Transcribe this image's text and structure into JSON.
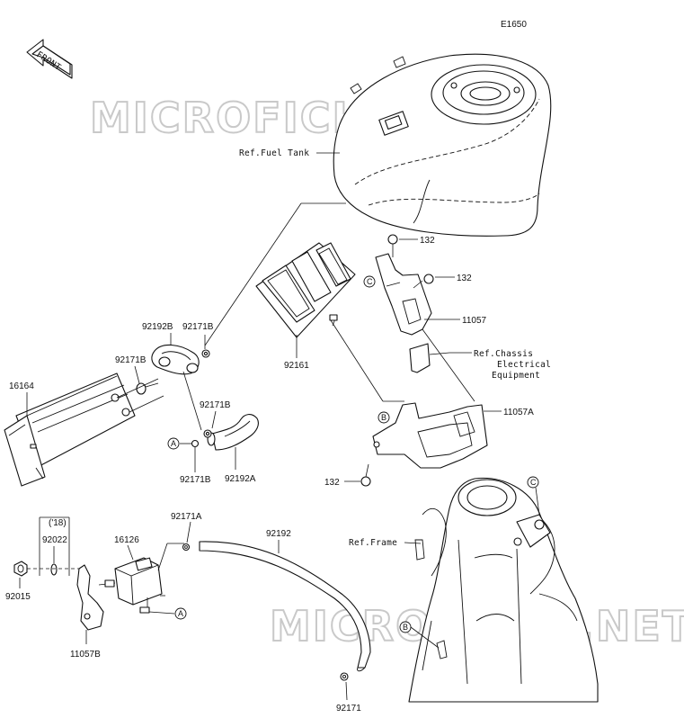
{
  "diagram_code": "E1650",
  "front_badge": "FRONT",
  "watermark": "MICROFICHE.NET",
  "refs": {
    "fuel_tank": "Ref.Fuel Tank",
    "chassis_1": "Ref.Chassis",
    "chassis_2": "Electrical",
    "chassis_3": "Equipment",
    "frame": "Ref.Frame"
  },
  "callouts": {
    "a": "A",
    "b": "B",
    "c": "C"
  },
  "parts": {
    "p132_top": "132",
    "p132_mid": "132",
    "p132_bot": "132",
    "p11057": "11057",
    "p11057a": "11057A",
    "p11057b": "11057B",
    "p92161": "92161",
    "p92192b": "92192B",
    "p92171b_1": "92171B",
    "p92171b_2": "92171B",
    "p92171b_3": "92171B",
    "p92171b_4": "92171B",
    "p92192a": "92192A",
    "p16164": "16164",
    "p92171a": "92171A",
    "p92192": "92192",
    "p16126": "16126",
    "year_note": "('18)",
    "p92022": "92022",
    "p92015": "92015",
    "p92171": "92171"
  }
}
